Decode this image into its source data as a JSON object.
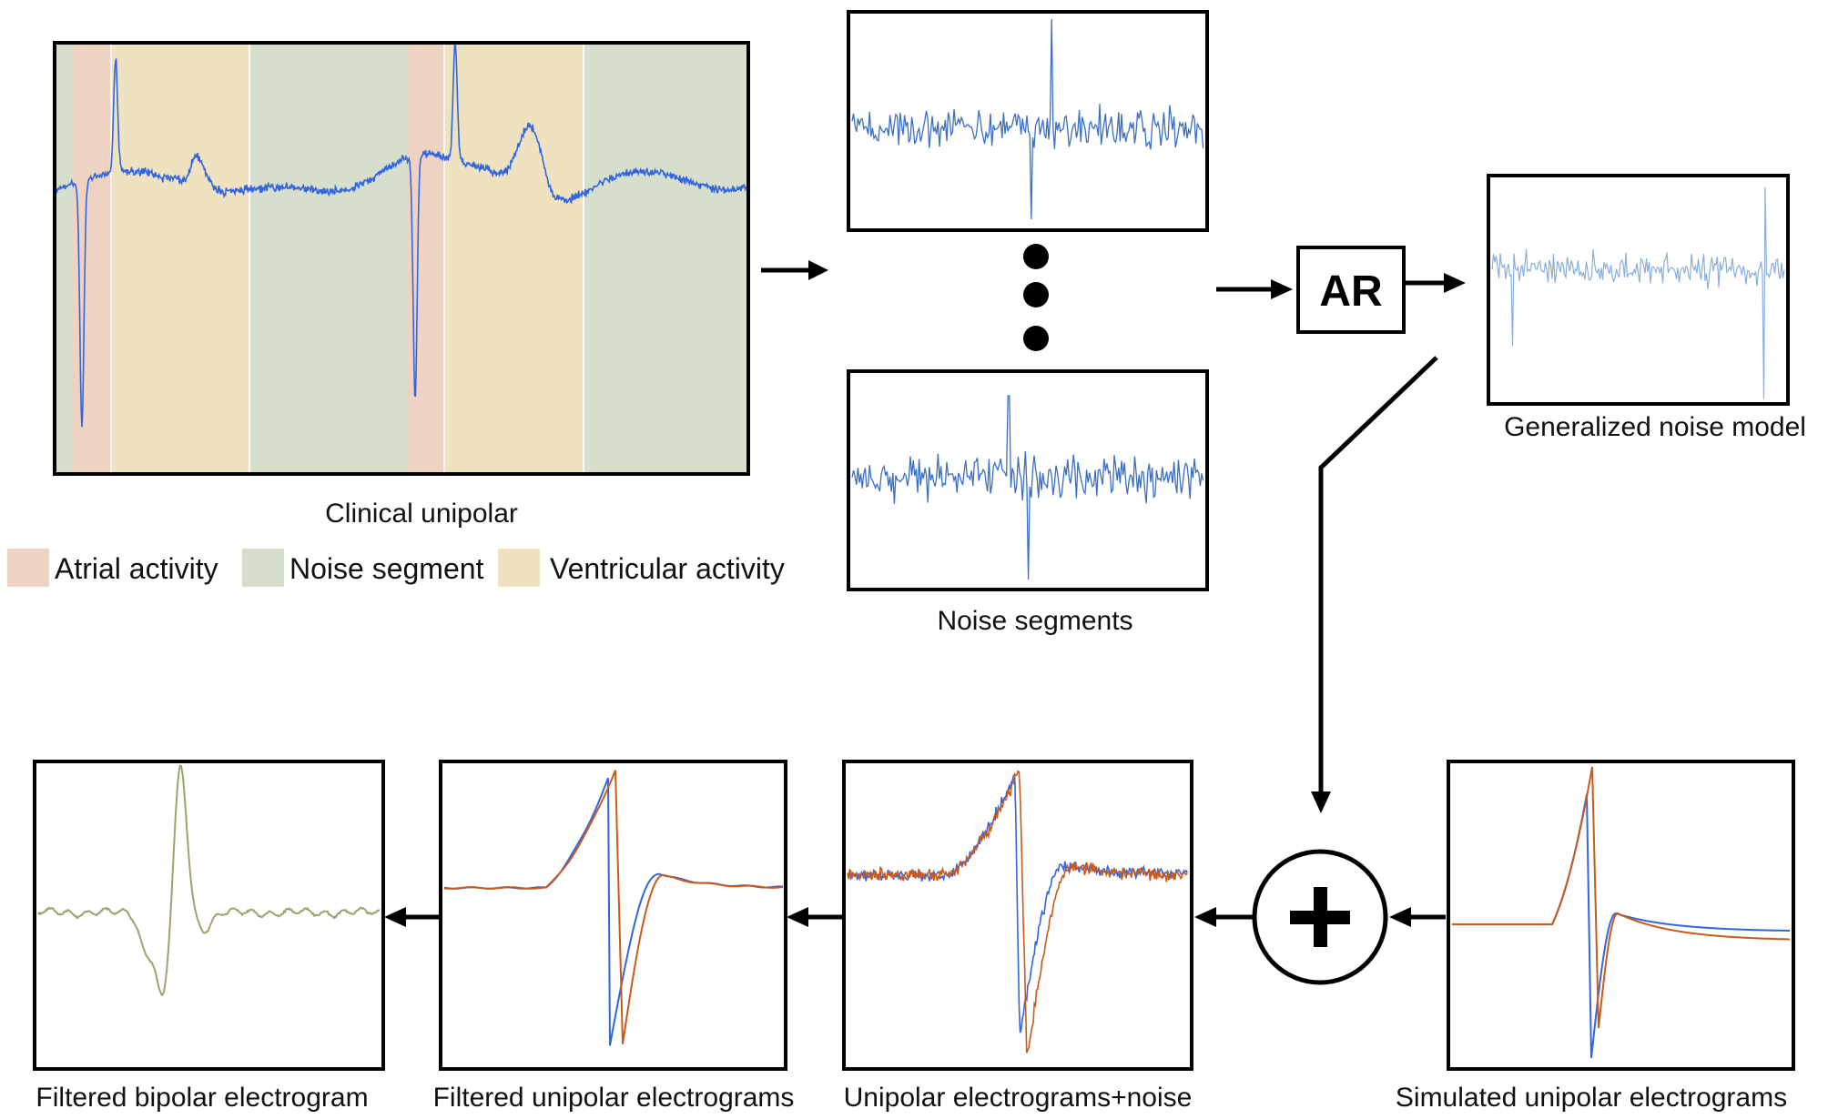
{
  "colors": {
    "atrial": "#efd3c2",
    "noise": "#d6dfcc",
    "ventricular": "#efe2c0",
    "blue_trace": "#3366dd",
    "noise_trace": "#3b6fc1",
    "model_trace": "#8aaedd",
    "orange_trace": "#c95a1a",
    "green_trace": "#93a86c"
  },
  "labels": {
    "clinical": "Clinical unipolar",
    "noise_segments": "Noise segments",
    "generalized": "Generalized noise model",
    "ar": "AR",
    "filtered_bipolar": "Filtered bipolar electrogram",
    "filtered_unipolar": "Filtered unipolar electrograms",
    "unipolar_noise": "Unipolar electrograms+noise",
    "simulated": "Simulated unipolar electrograms"
  },
  "legend": [
    {
      "label": "Atrial activity",
      "color": "#efd3c2"
    },
    {
      "label": "Noise segment",
      "color": "#d6dfcc"
    },
    {
      "label": "Ventricular activity",
      "color": "#efe2c0"
    }
  ]
}
